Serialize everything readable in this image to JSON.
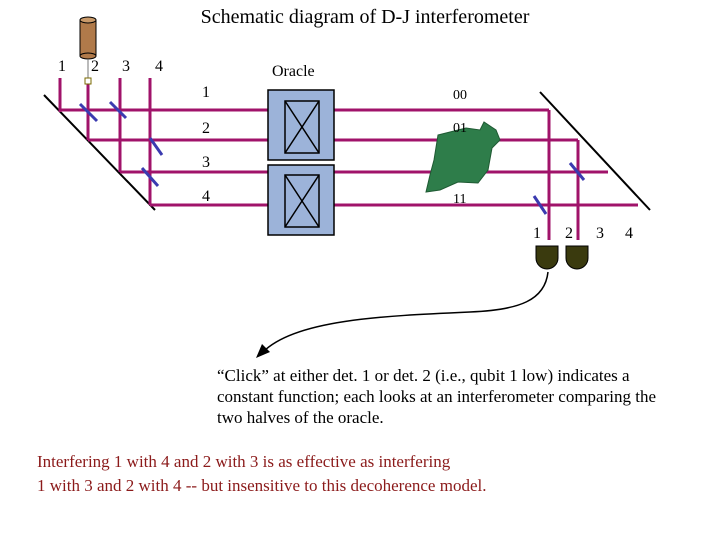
{
  "title": "Schematic diagram of D-J interferometer",
  "input_port_labels": [
    "1",
    "2",
    "3",
    "4"
  ],
  "oracle_label": "Oracle",
  "oracle_row_labels": [
    "1",
    "2",
    "3",
    "4"
  ],
  "output_state_labels": [
    "00",
    "01",
    "11"
  ],
  "detector_port_labels": [
    "1",
    "2",
    "3",
    "4"
  ],
  "caption": "“Click” at either det. 1 or det. 2 (i.e., qubit 1 low) indicates a constant function; each looks at an interferometer comparing the two halves of the oracle.",
  "bottom_text_line1": "Interfering 1 with 4 and 2 with 3 is as effective as interfering",
  "bottom_text_line2": "1 with 3 and 2 with 4 -- but insensitive to this decoherence model.",
  "colors": {
    "beam": "#a0136a",
    "beamsplitter": "#3b3bb0",
    "oracle_box": "#9cb3d9",
    "blob": "#2e7d4a",
    "detector": "#3a3a0e",
    "source": "#b07a4a",
    "arrow": "#000000",
    "bottom_text": "#8b1a1a"
  }
}
